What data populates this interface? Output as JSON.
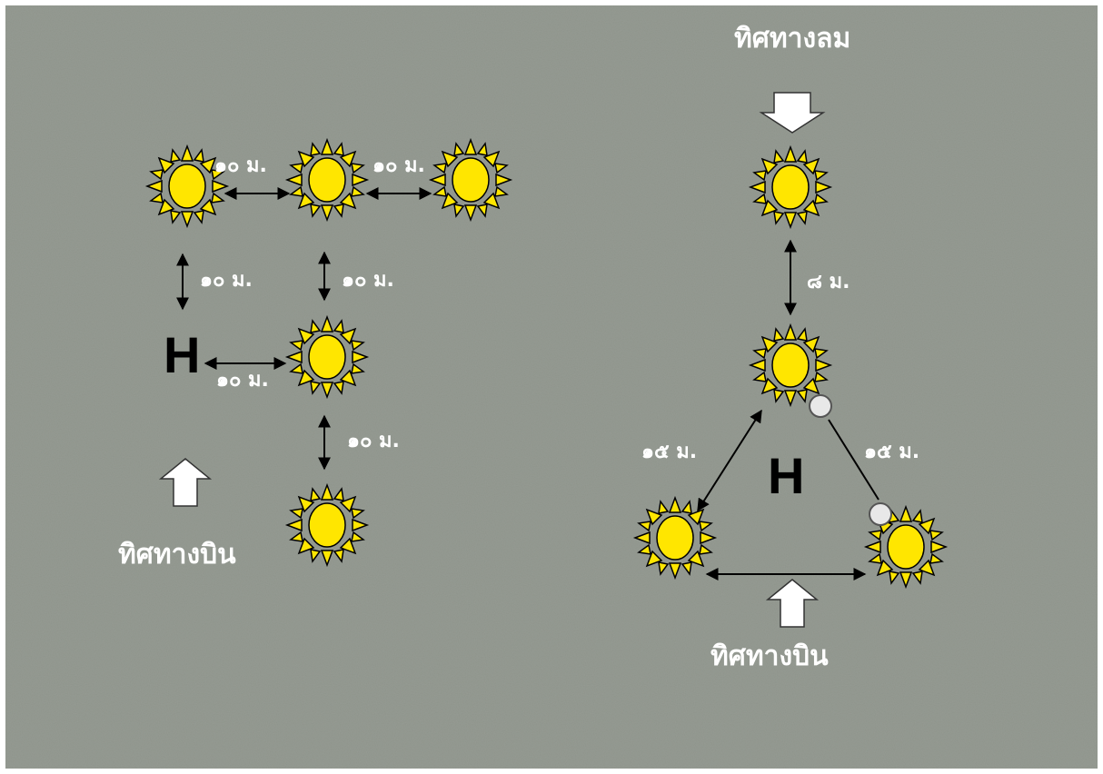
{
  "background_color": "#8e948b",
  "sun_color": "#ffe600",
  "sun_outline": "#000000",
  "left_diagram": {
    "distance_labels": [
      "๑๐ ม.",
      "๑๐ ม.",
      "๑๐ ม.",
      "๑๐ ม.",
      "๑๐ ม.",
      "๑๐ ม."
    ],
    "helipad_letter": "H",
    "direction_label": "ทิศทางบิน"
  },
  "right_diagram": {
    "wind_label": "ทิศทางลม",
    "distance_top": "๘ ม.",
    "distance_left": "๑๕ ม.",
    "distance_right": "๑๕ ม.",
    "helipad_letter": "H",
    "direction_label": "ทิศทางบิน"
  },
  "icons": [
    "sun-light-icon",
    "double-arrow-icon",
    "up-arrow-icon",
    "down-arrow-icon",
    "white-marker-icon"
  ]
}
